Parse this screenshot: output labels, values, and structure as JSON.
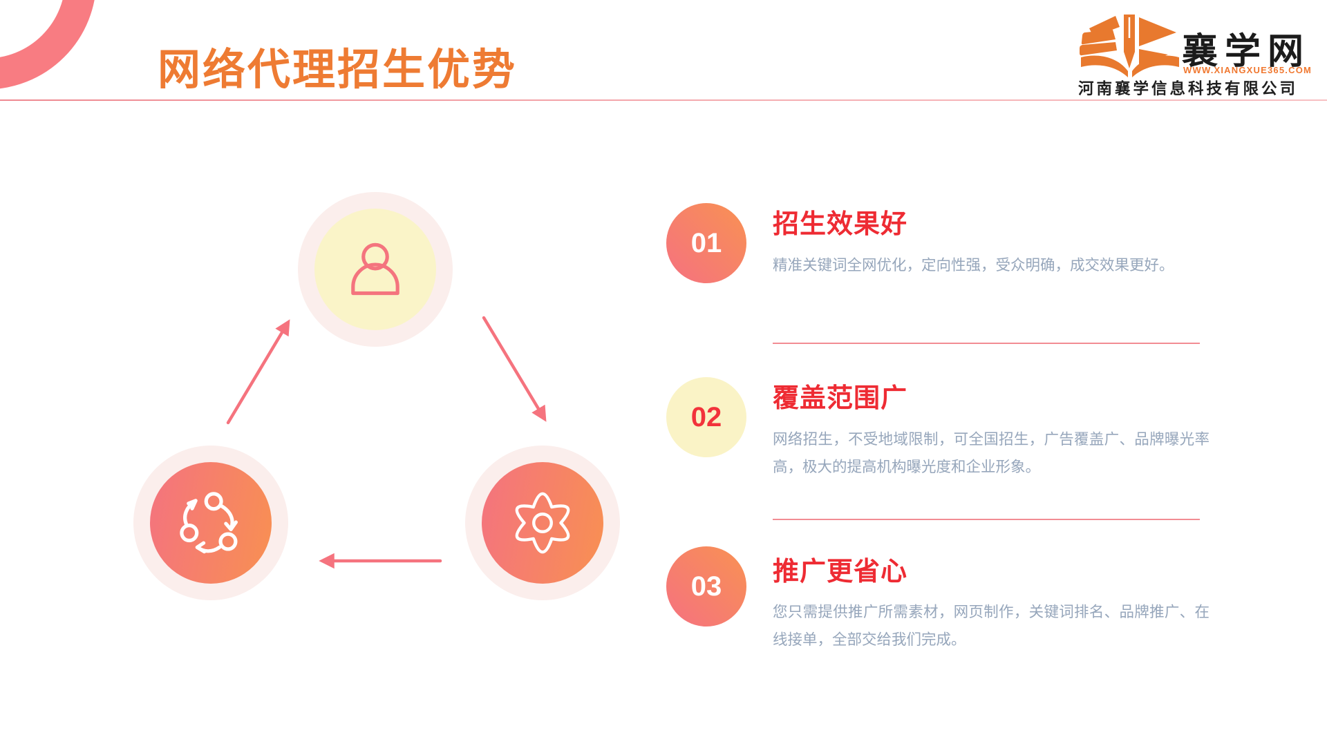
{
  "page": {
    "title": "网络代理招生优势"
  },
  "logo": {
    "brand": "襄学网",
    "url": "WWW.XIANGXUE365.COM",
    "company": "河南襄学信息科技有限公司",
    "icon": "book-pen-icon"
  },
  "diagram": {
    "nodes": [
      {
        "icon": "user-icon",
        "style": "yellow"
      },
      {
        "icon": "share-cycle-icon",
        "style": "orange-gradient"
      },
      {
        "icon": "gear-icon",
        "style": "orange-gradient"
      }
    ],
    "arrows": [
      "bottom-left-to-top",
      "top-to-bottom-right",
      "bottom-right-to-bottom-left"
    ]
  },
  "items": [
    {
      "number": "01",
      "heading": "招生效果好",
      "body": "精准关键词全网优化，定向性强，受众明确，成交效果更好。",
      "badge_style": "gradient"
    },
    {
      "number": "02",
      "heading": "覆盖范围广",
      "body": "网络招生，不受地域限制，可全国招生，广告覆盖广、品牌曝光率高，极大的提高机构曝光度和企业形象。",
      "badge_style": "cream"
    },
    {
      "number": "03",
      "heading": "推广更省心",
      "body": "您只需提供推广所需素材，网页制作，关键词排名、品牌推广、在线接单，全部交给我们完成。",
      "badge_style": "gradient"
    }
  ],
  "colors": {
    "title_orange": "#EE7B33",
    "heading_red": "#EE2B33",
    "body_gray_blue": "#96A6BB",
    "badge_gradient_start": "#F5737E",
    "badge_gradient_end": "#F89055",
    "cream_yellow": "#FAF3C6",
    "node_yellow": "#FAF4C8",
    "halo_pink": "#FBEEEC",
    "arrow_pink": "#F5737E",
    "arc_pink": "#F87C82",
    "logo_orange": "#E8792E",
    "divider_pink": "#F28C93"
  }
}
